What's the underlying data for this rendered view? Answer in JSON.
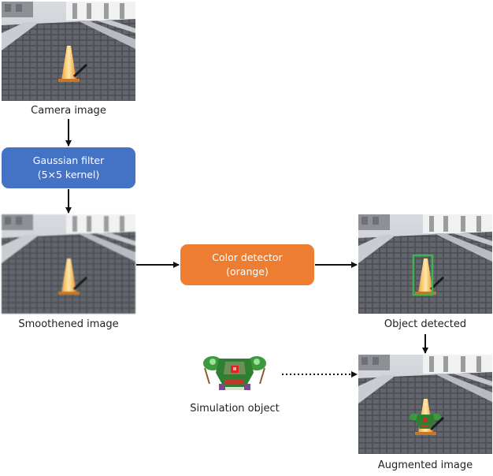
{
  "nodes": {
    "camera": {
      "caption": "Camera image"
    },
    "gaussian": {
      "line1": "Gaussian filter",
      "line2": "(5×5 kernel)",
      "color": "#4472c4"
    },
    "smoothed": {
      "caption": "Smoothened image"
    },
    "color_detector": {
      "line1": "Color detector",
      "line2": "(orange)",
      "color": "#ed7d31"
    },
    "detected": {
      "caption": "Object detected",
      "box_color": "#3fb34f"
    },
    "simulation": {
      "caption": "Simulation object"
    },
    "augmented": {
      "caption": "Augmented image"
    }
  },
  "icons": {
    "scene": "road-cone-scene-icon",
    "sim_object": "robot-character-icon"
  }
}
